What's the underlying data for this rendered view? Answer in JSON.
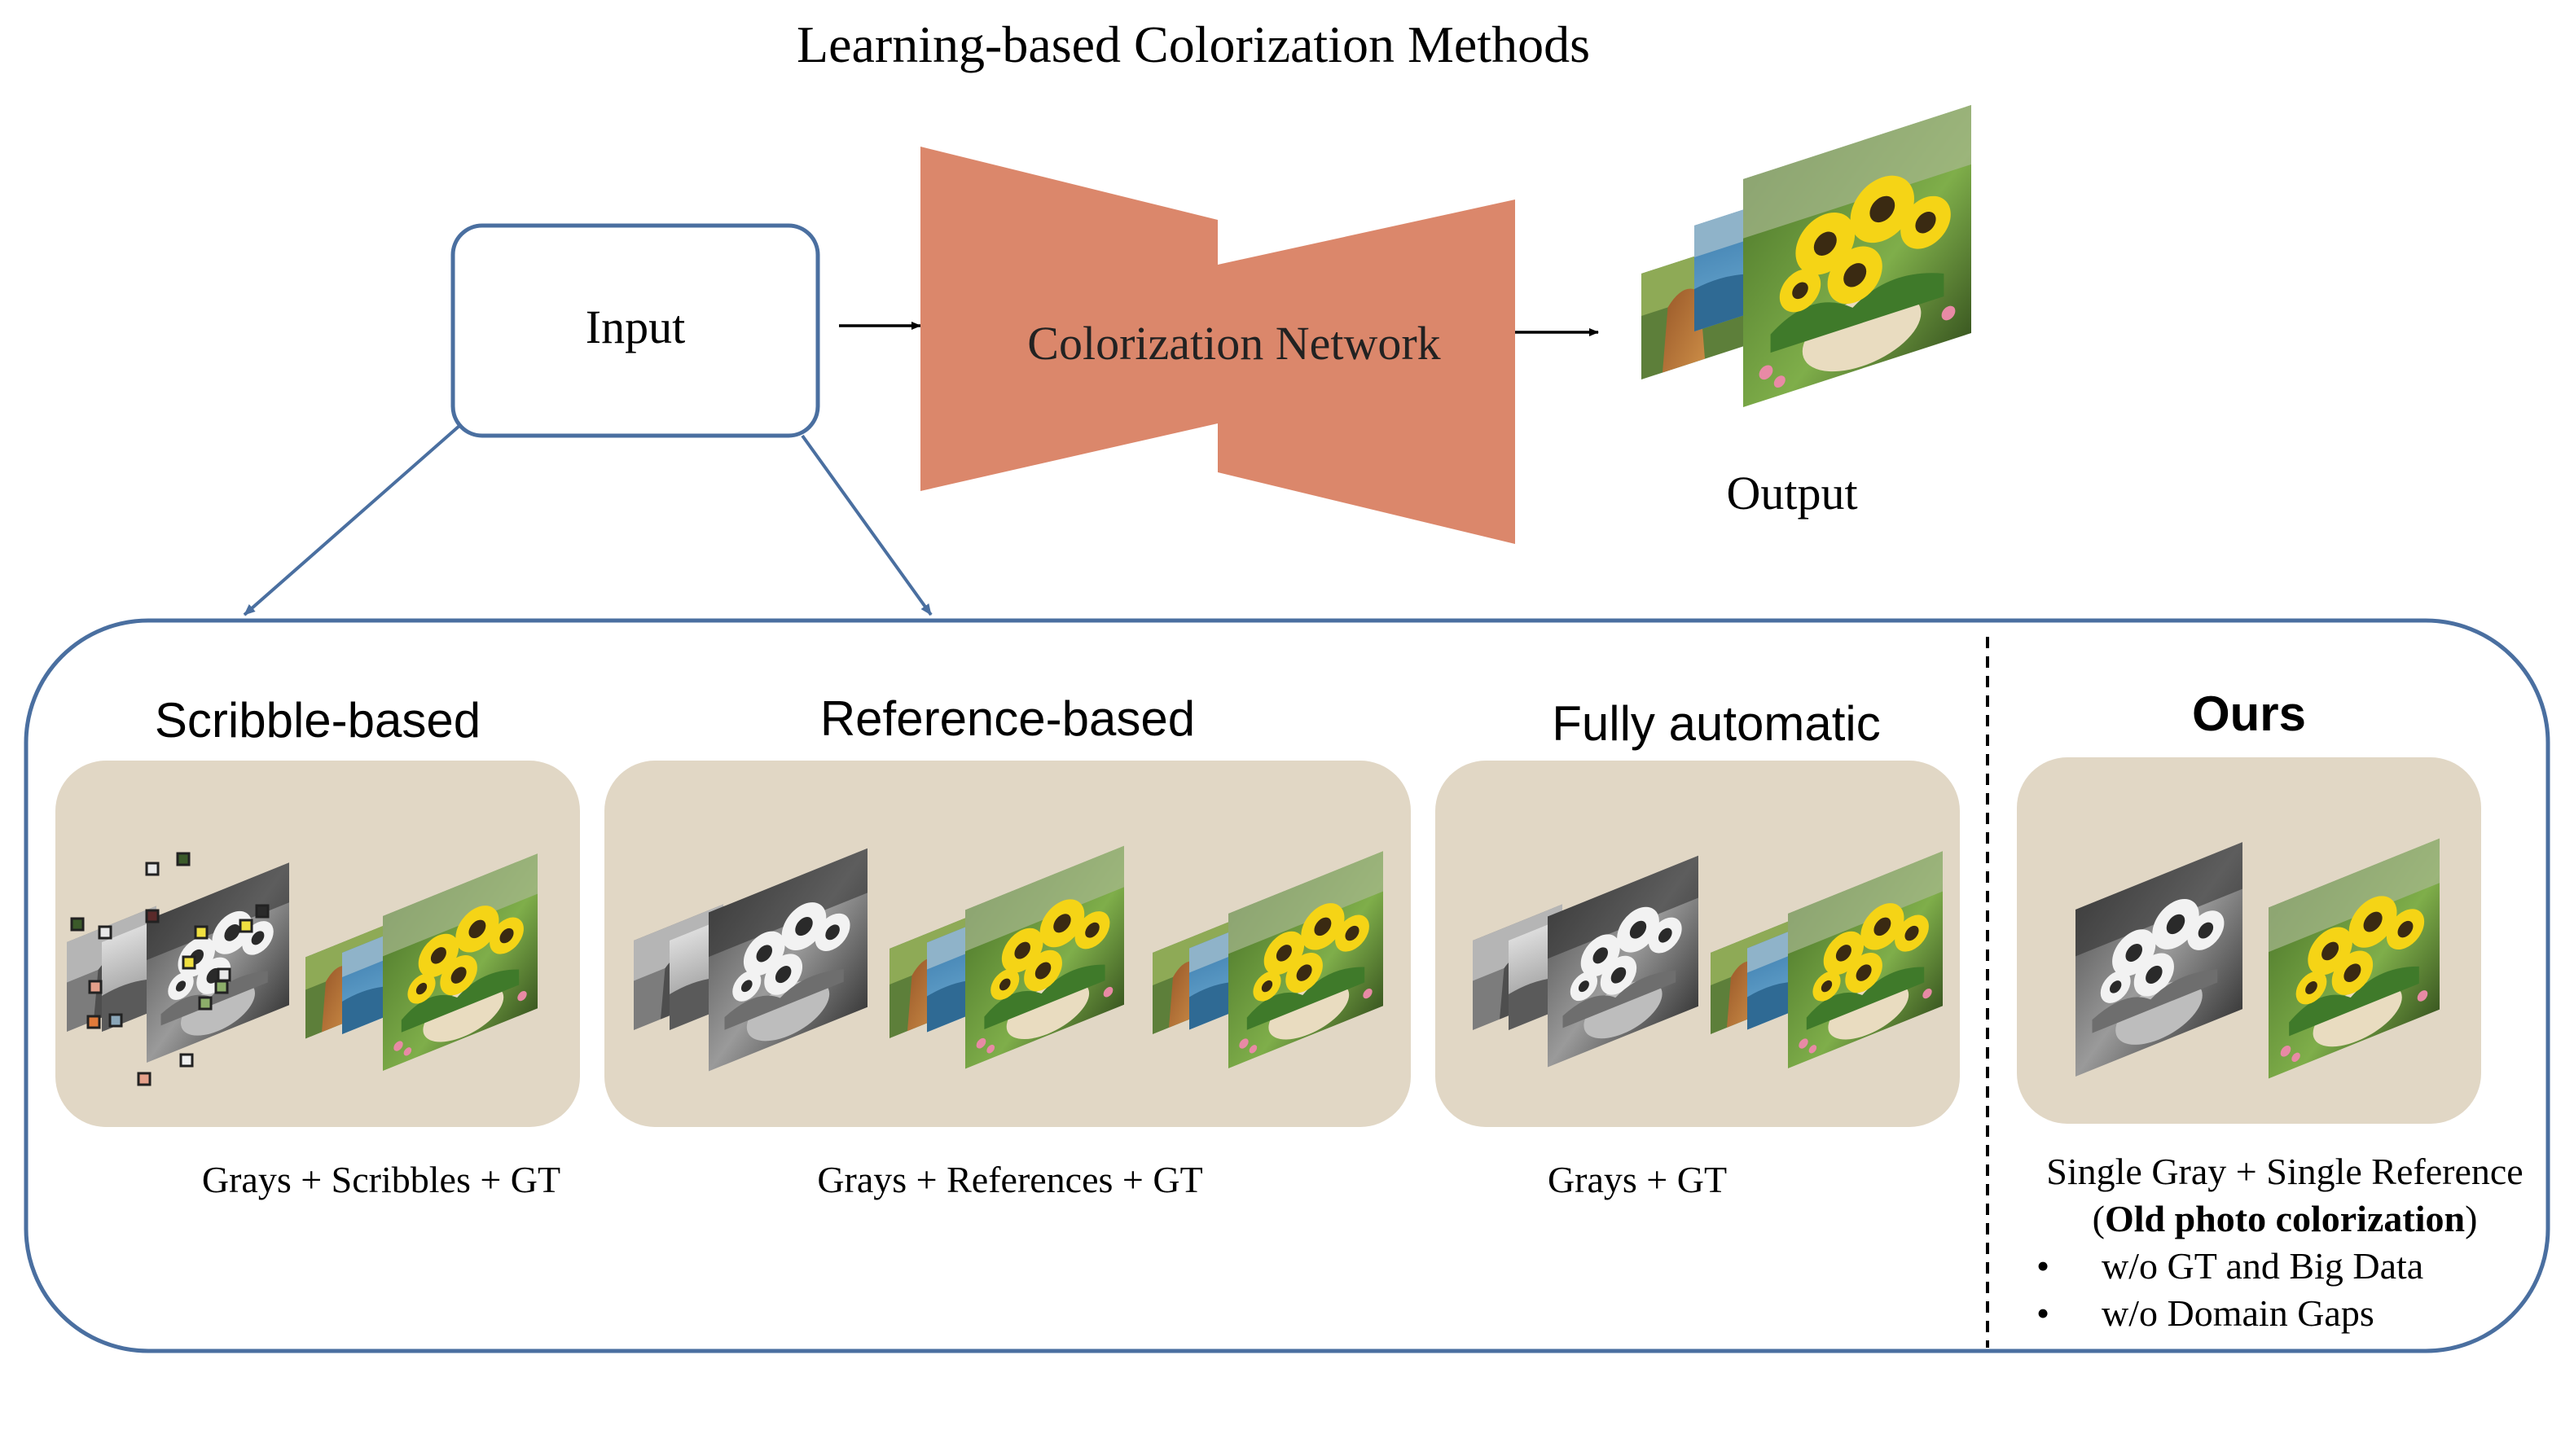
{
  "title": "Learning-based Colorization Methods",
  "input_label": "Input",
  "network_label": "Colorization Network",
  "output_label": "Output",
  "methods": [
    {
      "heading": "Scribble-based",
      "caption": "Grays + Scribbles + GT"
    },
    {
      "heading": "Reference-based",
      "caption": "Grays + References + GT"
    },
    {
      "heading": "Fully automatic",
      "caption": "Grays + GT"
    }
  ],
  "ours": {
    "heading": "Ours",
    "caption_line1": "Single Gray + Single Reference",
    "caption_line2_open": "(",
    "caption_line2_bold": "Old photo colorization",
    "caption_line2_close": ")",
    "bullet_symbol": "•",
    "bullets": [
      "w/o GT and Big Data",
      "w/o Domain Gaps"
    ]
  },
  "colors": {
    "network": "#DB876B",
    "panel_bg": "#E1D7C5",
    "box_stroke": "#4A6FA0",
    "arrow": "#000000"
  },
  "icons": [
    "grayscale-photo-stack",
    "color-photo-stack",
    "scribble-marks",
    "sunflower-photo"
  ]
}
